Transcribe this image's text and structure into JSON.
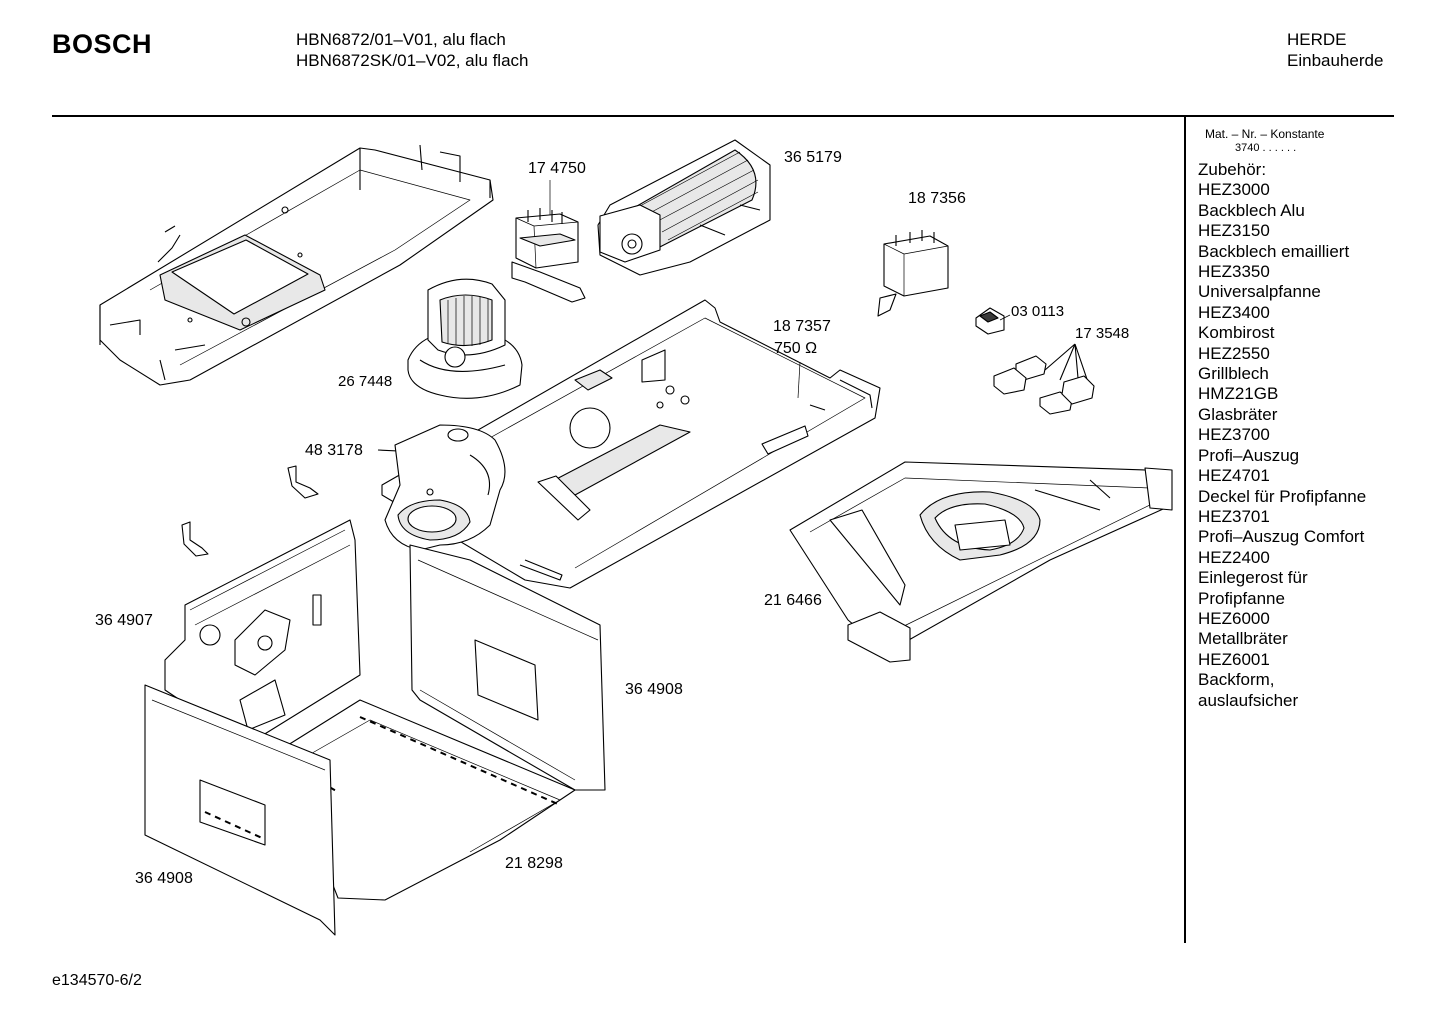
{
  "header": {
    "brand": "BOSCH",
    "model_line_1": "HBN6872/01–V01,     alu flach",
    "model_line_2": "HBN6872SK/01–V02, alu flach",
    "category": "HERDE",
    "subcategory": "Einbauherde"
  },
  "sidebar": {
    "mat_label": "Mat. – Nr. – Konstante",
    "mat_value": "3740 .  .  .  .  .  .",
    "items": [
      "Zubehör:",
      "HEZ3000",
      "Backblech Alu",
      "HEZ3150",
      "Backblech emailliert",
      "HEZ3350",
      "Universalpfanne",
      "HEZ3400",
      "Kombirost",
      "HEZ2550",
      "Grillblech",
      "HMZ21GB",
      "Glasbräter",
      "HEZ3700",
      "Profi–Auszug",
      "HEZ4701",
      "Deckel für Profipfanne",
      "HEZ3701",
      "Profi–Auszug Comfort",
      "HEZ2400",
      "Einlegerost für",
      "Profipfanne",
      "HEZ6000",
      "Metallbräter",
      "HEZ6001",
      "Backform,",
      "auslaufsicher"
    ]
  },
  "parts": {
    "p174750": "17 4750",
    "p365179": "36 5179",
    "p187356": "18 7356",
    "p030113": "03  0113",
    "p173548": "17 3548",
    "p187357": "18 7357",
    "p187357_value": "750 Ω",
    "p267448": "26 7448",
    "p483178": "48 3178",
    "p216466": "21 6466",
    "p364907": "36 4907",
    "p364908_right": "36 4908",
    "p364908_left": "36 4908",
    "p218298": "21 8298"
  },
  "footer": {
    "doc_id": "e134570-6/2"
  }
}
